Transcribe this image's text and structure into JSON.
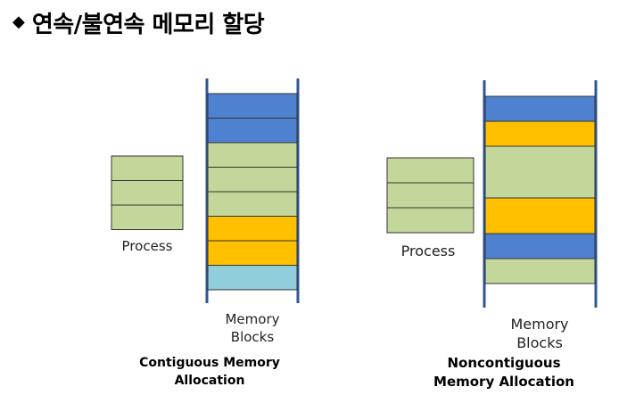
{
  "header": {
    "bullet_icon": "diamond-bullet-icon",
    "title": "연속/불연속 메모리 할당"
  },
  "contiguous": {
    "process_label": "Process",
    "memory_label_line1": "Memory",
    "memory_label_line2": "Blocks",
    "caption_line1": "Contiguous Memory",
    "caption_line2": "Allocation",
    "process_blocks": [
      "green",
      "green",
      "green"
    ],
    "memory_blocks": [
      "blue",
      "blue",
      "green",
      "green",
      "green",
      "yellow",
      "yellow",
      "lightblue"
    ]
  },
  "noncontiguous": {
    "process_label": "Process",
    "memory_label_line1": "Memory",
    "memory_label_line2": "Blocks",
    "caption_line1": "Noncontiguous",
    "caption_line2": "Memory Allocation",
    "process_blocks": [
      "green",
      "green",
      "green"
    ],
    "memory_blocks": [
      "blue",
      "yellow",
      "green",
      "green",
      "yellow",
      "blue",
      "green"
    ]
  },
  "colors": {
    "green": "#c4d79b",
    "blue": "#4f81d1",
    "yellow": "#ffc000",
    "lightblue": "#92cddc",
    "border": "#333333",
    "column_line": "#2f5597"
  }
}
